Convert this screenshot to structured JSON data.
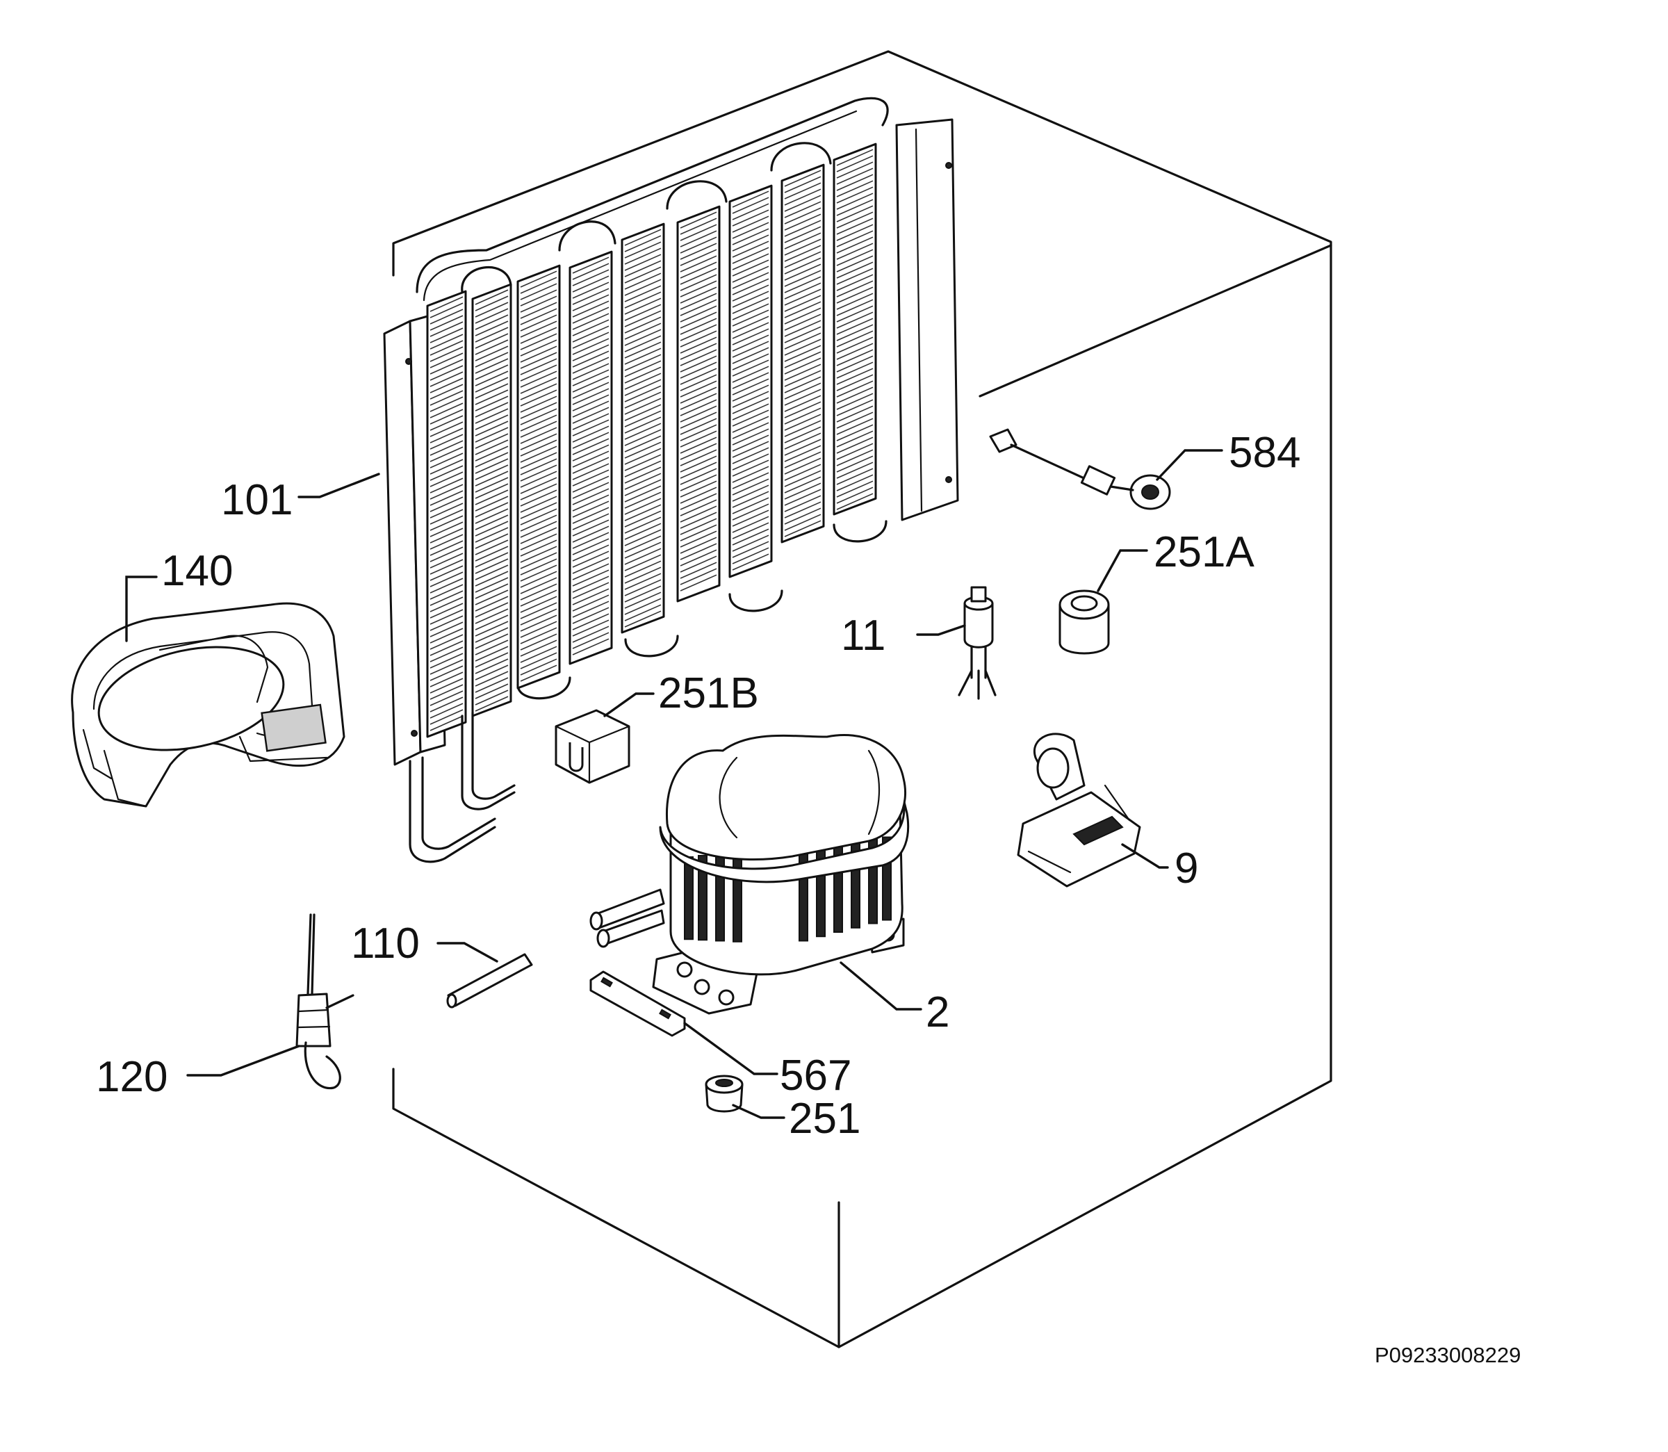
{
  "diagram": {
    "parts": [
      {
        "id": "part-101",
        "label": "101",
        "name": "condenser"
      },
      {
        "id": "part-140",
        "label": "140",
        "name": "drip-tray"
      },
      {
        "id": "part-584",
        "label": "584",
        "name": "sensor-probe"
      },
      {
        "id": "part-251A",
        "label": "251A",
        "name": "grommet"
      },
      {
        "id": "part-11",
        "label": "11",
        "name": "filter-drier"
      },
      {
        "id": "part-251B",
        "label": "251B",
        "name": "clamp-block"
      },
      {
        "id": "part-9",
        "label": "9",
        "name": "relay"
      },
      {
        "id": "part-110",
        "label": "110",
        "name": "capillary-sleeve"
      },
      {
        "id": "part-2",
        "label": "2",
        "name": "compressor"
      },
      {
        "id": "part-120",
        "label": "120",
        "name": "service-valve"
      },
      {
        "id": "part-567",
        "label": "567",
        "name": "mounting-plate"
      },
      {
        "id": "part-251",
        "label": "251",
        "name": "rubber-foot"
      }
    ],
    "reference_code": "P09233008229"
  }
}
